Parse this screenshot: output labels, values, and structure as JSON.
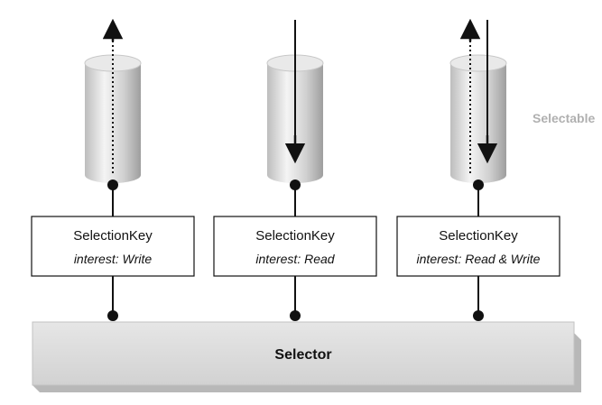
{
  "diagram": {
    "selectable_label": "Selectable",
    "selector_label": "Selector",
    "colors": {
      "cylinder_light": "#f2f2f2",
      "cylinder_mid": "#d4d4d4",
      "cylinder_dark": "#a9a9a9",
      "selector_fill": "#d9d9d9",
      "selector_shadow": "#b5b5b5",
      "line": "#111111"
    },
    "keys": [
      {
        "title": "SelectionKey",
        "interest": "interest: Write"
      },
      {
        "title": "SelectionKey",
        "interest": "interest: Read"
      },
      {
        "title": "SelectionKey",
        "interest": "interest: Read & Write"
      }
    ],
    "channels": [
      {
        "flow": "write",
        "arrows": [
          "up-icon"
        ]
      },
      {
        "flow": "read",
        "arrows": [
          "down-icon"
        ]
      },
      {
        "flow": "read-write",
        "arrows": [
          "up-icon",
          "down-icon"
        ]
      }
    ]
  }
}
